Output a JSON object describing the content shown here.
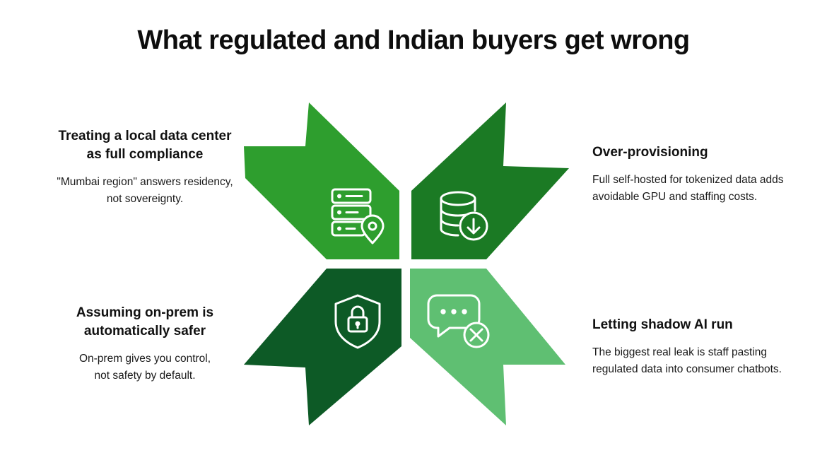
{
  "title": "What regulated and Indian buyers get wrong",
  "items": [
    {
      "heading_line1": "Treating a local data center",
      "heading_line2": "as full compliance",
      "body_line1": "\"Mumbai region\" answers residency,",
      "body_line2": "not sovereignty.",
      "icon": "server-location-icon",
      "color": "#2e9e2e"
    },
    {
      "heading_line1": "Over-provisioning",
      "body_line1": "Full self-hosted for tokenized data adds",
      "body_line2": "avoidable GPU and staffing costs.",
      "icon": "database-download-icon",
      "color": "#1b7a24"
    },
    {
      "heading_line1": "Assuming on-prem is",
      "heading_line2": "automatically safer",
      "body_line1": "On-prem gives you control,",
      "body_line2": "not safety by default.",
      "icon": "shield-lock-icon",
      "color": "#0d5a26"
    },
    {
      "heading_line1": "Letting shadow AI run",
      "body_line1": "The biggest real leak is staff pasting",
      "body_line2": "regulated data into consumer chatbots.",
      "icon": "chat-blocked-icon",
      "color": "#5fbf72"
    }
  ]
}
